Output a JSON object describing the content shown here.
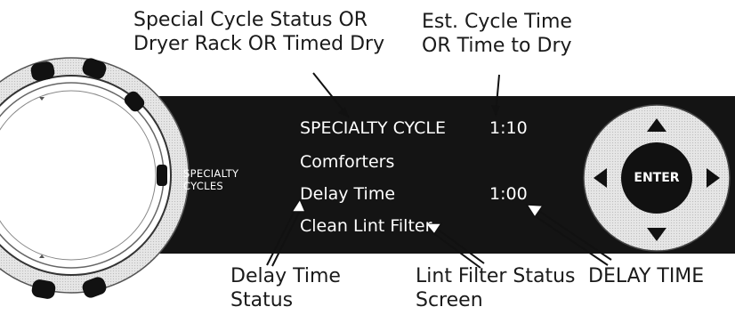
{
  "callouts": {
    "top_left": [
      "Special Cycle Status OR",
      "Dryer Rack OR Timed Dry"
    ],
    "top_right": [
      "Est. Cycle Time",
      "OR Time to Dry"
    ],
    "delay_status": [
      "Delay Time",
      "Status"
    ],
    "lint_status": [
      "Lint Filter Status",
      "Screen"
    ],
    "delay_time": "DELAY TIME"
  },
  "panel": {
    "knob_label": [
      "SPECIALTY",
      "CYCLES"
    ],
    "line1_left": "SPECIALTY CYCLE",
    "line1_right": "1:10",
    "line2": "Comforters",
    "line3_left": "Delay Time",
    "line3_right": "1:00",
    "line4": "Clean Lint Filter",
    "enter_label": "ENTER"
  },
  "colors": {
    "panel": "#141414",
    "ring": "#d8d8d8",
    "text": "#ffffff",
    "callout_text": "#1a1a1a"
  }
}
